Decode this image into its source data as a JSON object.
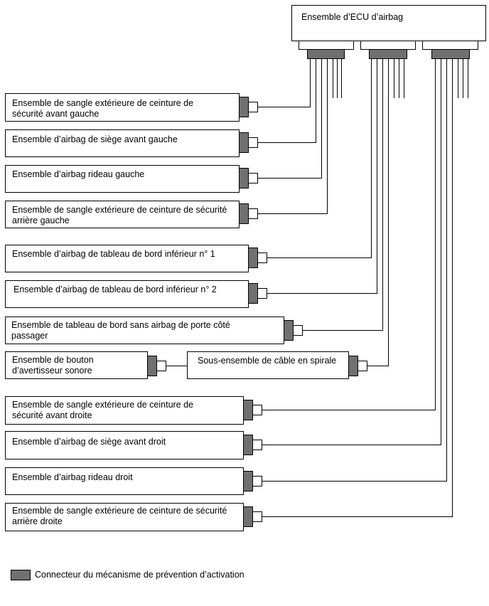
{
  "ecu": {
    "label": "Ensemble d’ECU d’airbag"
  },
  "components": {
    "seat_belt_outer_front_left": {
      "lines": [
        "Ensemble de sangle extérieure de ceinture de",
        "sécurité avant gauche"
      ]
    },
    "front_seat_airbag_left": {
      "lines": [
        "Ensemble d’airbag de siège avant gauche"
      ]
    },
    "curtain_airbag_left": {
      "lines": [
        "Ensemble d’airbag rideau gauche"
      ]
    },
    "seat_belt_outer_rear_left": {
      "lines": [
        "Ensemble de sangle extérieure de ceinture de sécurité",
        "arrière gauche"
      ]
    },
    "lower_dash_airbag_1": {
      "lines": [
        "Ensemble d’airbag de tableau de bord inférieur n° 1"
      ]
    },
    "lower_dash_airbag_2": {
      "lines": [
        "Ensemble d’airbag de tableau de bord inférieur n° 2"
      ]
    },
    "passenger_dash_panel": {
      "lines": [
        "Ensemble de tableau de bord sans airbag de porte côté",
        "passager"
      ]
    },
    "horn_button": {
      "lines": [
        "Ensemble de bouton",
        "d’avertisseur sonore"
      ]
    },
    "spiral_cable": {
      "lines": [
        "Sous-ensemble de câble en spirale"
      ]
    },
    "seat_belt_outer_front_right": {
      "lines": [
        "Ensemble de sangle extérieure de ceinture de",
        "sécurité avant droite"
      ]
    },
    "front_seat_airbag_right": {
      "lines": [
        "Ensemble d’airbag de siège avant droit"
      ]
    },
    "curtain_airbag_right": {
      "lines": [
        "Ensemble d’airbag rideau droit"
      ]
    },
    "seat_belt_outer_rear_right": {
      "lines": [
        "Ensemble de sangle extérieure de ceinture de sécurité",
        "arrière droite"
      ]
    }
  },
  "legend": {
    "label": "Connecteur du mécanisme de prévention d’activation"
  },
  "colors": {
    "connector": "#707070",
    "line": "#000000",
    "box_border": "#000000",
    "background": "#ffffff"
  }
}
